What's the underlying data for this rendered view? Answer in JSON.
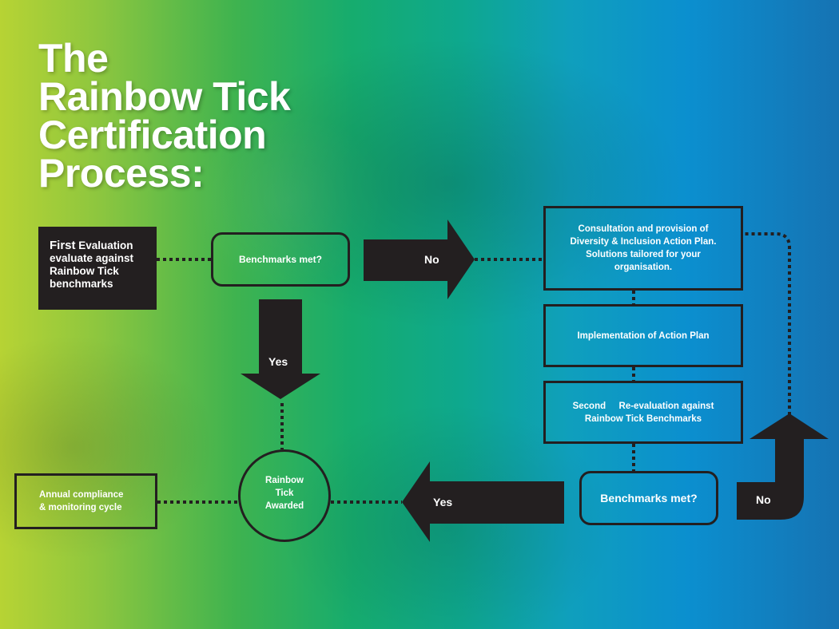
{
  "title": {
    "line1": "The",
    "line2": "Rainbow Tick",
    "line3": "Certification",
    "line4": "Process:"
  },
  "first_evaluation": {
    "heading": "First",
    "text_after_heading": "Evaluation",
    "line2": "evaluate against",
    "line3": "Rainbow Tick",
    "line4": "benchmarks"
  },
  "decision_1": {
    "label": "Benchmarks met?"
  },
  "arrow_no_1": {
    "label": "No"
  },
  "arrow_yes_1": {
    "label": "Yes"
  },
  "consultation": {
    "line1": "Consultation and provision of",
    "line2": "Diversity & Inclusion Action Plan.",
    "line3": "Solutions tailored for your",
    "line4": "organisation."
  },
  "implementation": {
    "label": "Implementation of Action Plan"
  },
  "second_evaluation": {
    "heading": "Second",
    "text_after_heading": "Re-evaluation against",
    "line2": "Rainbow Tick Benchmarks"
  },
  "decision_2": {
    "label": "Benchmarks met?"
  },
  "arrow_no_2": {
    "label": "No"
  },
  "arrow_yes_2": {
    "label": "Yes"
  },
  "awarded": {
    "line1": "Rainbow",
    "line2": "Tick",
    "line3": "Awarded"
  },
  "annual": {
    "line1": "Annual compliance",
    "line2": "& monitoring cycle"
  },
  "colors": {
    "box_dark": "#231f20",
    "text": "#ffffff",
    "gradient_left": "#b7d334",
    "gradient_mid": "#16ac6e",
    "gradient_right": "#1673b3"
  }
}
